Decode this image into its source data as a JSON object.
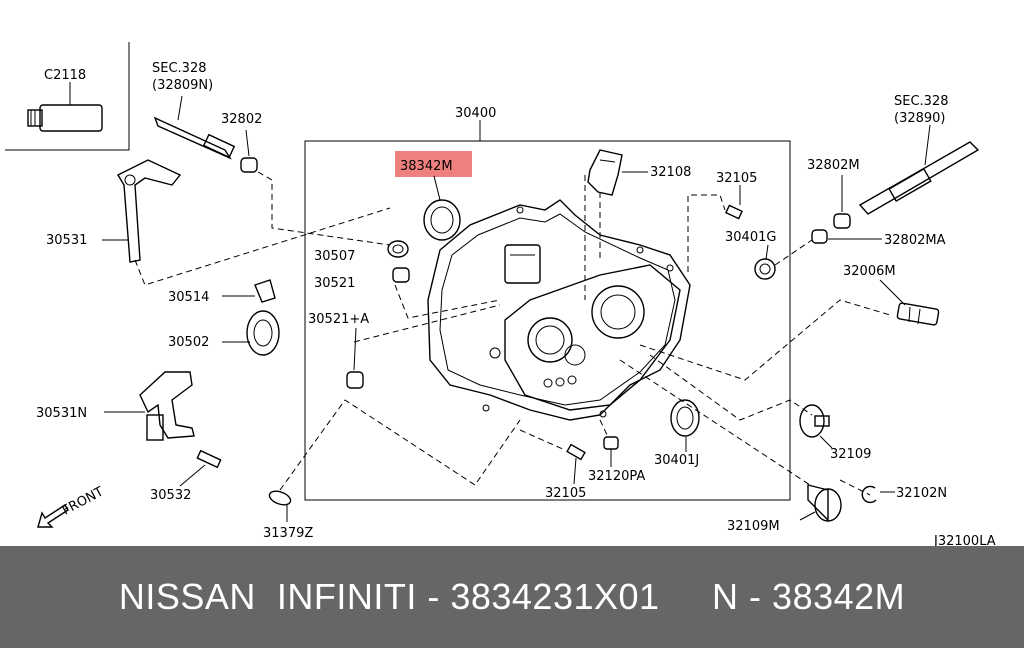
{
  "diagram": {
    "labels": {
      "c2118": "C2118",
      "sec328_top": "SEC.328",
      "ref_32809n": "(32809N)",
      "p32802": "32802",
      "p30400": "30400",
      "p38342m": "38342M",
      "p32108": "32108",
      "p32105_top": "32105",
      "sec328_right": "SEC.328",
      "ref_32890": "(32890)",
      "p32802m": "32802M",
      "p30401g": "30401G",
      "p32802ma": "32802MA",
      "p32006m": "32006M",
      "p30531": "30531",
      "p30507": "30507",
      "p30521": "30521",
      "p30514": "30514",
      "p30521a": "30521+A",
      "p30502": "30502",
      "p30531n": "30531N",
      "p30532": "30532",
      "p32109": "32109",
      "p30401j": "30401J",
      "p32120pa": "32120PA",
      "p32105_bottom": "32105",
      "p32102n": "32102N",
      "p32109m": "32109M",
      "p31379z": "31379Z",
      "front": "FRONT",
      "diagram_code": "J32100LA"
    },
    "highlight_color": "#f08080"
  },
  "footer": {
    "text": "NISSAN  INFINITI - 3834231X01     N - 38342M"
  }
}
